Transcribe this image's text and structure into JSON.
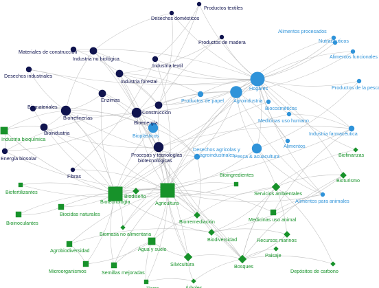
{
  "colors": {
    "navy": "#10144f",
    "blue": "#2f93d9",
    "green": "#17922a",
    "label_green": "#17922a",
    "label_blue": "#2f93d9",
    "label_navy": "#10144f",
    "edge": "#b7b7b7"
  },
  "nodes": [
    {
      "id": "n1",
      "label": "Productos textiles",
      "group": "navy",
      "shape": "circle",
      "size": 2
    },
    {
      "id": "n2",
      "label": "Desechos domésticos",
      "group": "navy",
      "shape": "circle",
      "size": 2
    },
    {
      "id": "n3",
      "label": "Productos de madera",
      "group": "navy",
      "shape": "circle",
      "size": 2
    },
    {
      "id": "n4",
      "label": "Materiales de construcción",
      "group": "navy",
      "shape": "circle",
      "size": 3
    },
    {
      "id": "n5",
      "label": "Industria no biológica",
      "group": "navy",
      "shape": "circle",
      "size": 4
    },
    {
      "id": "n6",
      "label": "Industria textil",
      "group": "navy",
      "shape": "circle",
      "size": 3
    },
    {
      "id": "n7",
      "label": "Desechos industriales",
      "group": "navy",
      "shape": "circle",
      "size": 3
    },
    {
      "id": "n8",
      "label": "Industria forestal",
      "group": "navy",
      "shape": "circle",
      "size": 4
    },
    {
      "id": "n9",
      "label": "Enzimas",
      "group": "navy",
      "shape": "circle",
      "size": 4
    },
    {
      "id": "n10",
      "label": "Construcción",
      "group": "navy",
      "shape": "circle",
      "size": 4
    },
    {
      "id": "n11",
      "label": "Biomateriales",
      "group": "navy",
      "shape": "circle",
      "size": 3
    },
    {
      "id": "n12",
      "label": "Biorrefinerías",
      "group": "navy",
      "shape": "circle",
      "size": 5
    },
    {
      "id": "n13",
      "label": "Bioenergía",
      "group": "navy",
      "shape": "circle",
      "size": 5
    },
    {
      "id": "n14",
      "label": "Bioindustria",
      "group": "navy",
      "shape": "circle",
      "size": 4
    },
    {
      "id": "n15",
      "label": "Industria bioquímica",
      "group": "green",
      "shape": "square",
      "size": 4
    },
    {
      "id": "n16",
      "label": "Energía biosolar",
      "group": "navy",
      "shape": "circle",
      "size": 3
    },
    {
      "id": "n17",
      "label": "Procesos y tecnologías biotecnológicas",
      "group": "navy",
      "shape": "circle",
      "size": 5
    },
    {
      "id": "n18",
      "label": "Fibras",
      "group": "navy",
      "shape": "circle",
      "size": 2
    },
    {
      "id": "n19",
      "label": "Alimentos procesados",
      "group": "blue",
      "shape": "circle",
      "size": 2
    },
    {
      "id": "n20",
      "label": "Nutracéuticos",
      "group": "blue",
      "shape": "circle",
      "size": 2
    },
    {
      "id": "n21",
      "label": "Alimentos funcionales",
      "group": "blue",
      "shape": "circle",
      "size": 2
    },
    {
      "id": "n22",
      "label": "Hogares",
      "group": "blue",
      "shape": "circle",
      "size": 7
    },
    {
      "id": "n23",
      "label": "Productos de la pesca",
      "group": "blue",
      "shape": "circle",
      "size": 2
    },
    {
      "id": "n24",
      "label": "Productos de papel",
      "group": "blue",
      "shape": "circle",
      "size": 3
    },
    {
      "id": "n25",
      "label": "Agroindustria",
      "group": "blue",
      "shape": "circle",
      "size": 6
    },
    {
      "id": "n26",
      "label": "Biocosméticos",
      "group": "blue",
      "shape": "circle",
      "size": 2
    },
    {
      "id": "n27",
      "label": "Medicinas uso humano",
      "group": "blue",
      "shape": "circle",
      "size": 2
    },
    {
      "id": "n28",
      "label": "Industria farmacéutica",
      "group": "blue",
      "shape": "circle",
      "size": 3
    },
    {
      "id": "n29",
      "label": "Bioplásticos",
      "group": "blue",
      "shape": "circle",
      "size": 5
    },
    {
      "id": "n30",
      "label": "Desechos agrícolas y agroindustriales",
      "group": "blue",
      "shape": "circle",
      "size": 3
    },
    {
      "id": "n31",
      "label": "Alimentos",
      "group": "blue",
      "shape": "circle",
      "size": 2
    },
    {
      "id": "n32",
      "label": "Pesca & acuacultura",
      "group": "blue",
      "shape": "circle",
      "size": 5
    },
    {
      "id": "n33",
      "label": "Biofinanzas",
      "group": "green",
      "shape": "diamond",
      "size": 2
    },
    {
      "id": "n34",
      "label": "Bioturismo",
      "group": "green",
      "shape": "diamond",
      "size": 3
    },
    {
      "id": "n35",
      "label": "Bioingredientes",
      "group": "green",
      "shape": "square",
      "size": 2
    },
    {
      "id": "n36",
      "label": "Servicios ambientales",
      "group": "green",
      "shape": "diamond",
      "size": 4
    },
    {
      "id": "n37",
      "label": "Alimentos para animales",
      "group": "blue",
      "shape": "circle",
      "size": 2
    },
    {
      "id": "n38",
      "label": "Biofertilizantes",
      "group": "green",
      "shape": "square",
      "size": 2
    },
    {
      "id": "n39",
      "label": "Biotecnología",
      "group": "green",
      "shape": "square",
      "size": 7
    },
    {
      "id": "n40",
      "label": "Biodiseño",
      "group": "green",
      "shape": "diamond",
      "size": 3
    },
    {
      "id": "n41",
      "label": "Agricultura",
      "group": "green",
      "shape": "square",
      "size": 7
    },
    {
      "id": "n42",
      "label": "Biocidas naturales",
      "group": "green",
      "shape": "square",
      "size": 3
    },
    {
      "id": "n43",
      "label": "Medicinas uso animal",
      "group": "green",
      "shape": "square",
      "size": 3
    },
    {
      "id": "n44",
      "label": "Bioinoculantes",
      "group": "green",
      "shape": "square",
      "size": 3
    },
    {
      "id": "n45",
      "label": "Biorremediación",
      "group": "green",
      "shape": "diamond",
      "size": 3
    },
    {
      "id": "n46",
      "label": "Biomasa no alimentaria",
      "group": "green",
      "shape": "diamond",
      "size": 2
    },
    {
      "id": "n47",
      "label": "Biodiversidad",
      "group": "green",
      "shape": "diamond",
      "size": 3
    },
    {
      "id": "n48",
      "label": "Recursos marinos",
      "group": "green",
      "shape": "diamond",
      "size": 3
    },
    {
      "id": "n49",
      "label": "Agrobiodiversidad",
      "group": "green",
      "shape": "square",
      "size": 3
    },
    {
      "id": "n50",
      "label": "Paisaje",
      "group": "green",
      "shape": "diamond",
      "size": 2
    },
    {
      "id": "n51",
      "label": "Silvicultura",
      "group": "green",
      "shape": "diamond",
      "size": 4
    },
    {
      "id": "n52",
      "label": "Agua y suelo",
      "group": "green",
      "shape": "square",
      "size": 4
    },
    {
      "id": "n53",
      "label": "Bosques",
      "group": "green",
      "shape": "diamond",
      "size": 4
    },
    {
      "id": "n54",
      "label": "Microorganismos",
      "group": "green",
      "shape": "square",
      "size": 3
    },
    {
      "id": "n55",
      "label": "Semillas mejoradas",
      "group": "green",
      "shape": "square",
      "size": 3
    },
    {
      "id": "n56",
      "label": "Depósitos de carbono",
      "group": "green",
      "shape": "diamond",
      "size": 2
    },
    {
      "id": "n57",
      "label": "Tierra",
      "group": "green",
      "shape": "square",
      "size": 2
    },
    {
      "id": "n58",
      "label": "Árboles",
      "group": "green",
      "shape": "diamond",
      "size": 2
    }
  ],
  "edges": [
    [
      "n2",
      "n22"
    ],
    [
      "n2",
      "n10"
    ],
    [
      "n2",
      "n5"
    ],
    [
      "n1",
      "n6"
    ],
    [
      "n1",
      "n22"
    ],
    [
      "n1",
      "n13"
    ],
    [
      "n3",
      "n22"
    ],
    [
      "n3",
      "n8"
    ],
    [
      "n3",
      "n10"
    ],
    [
      "n4",
      "n10"
    ],
    [
      "n4",
      "n5"
    ],
    [
      "n4",
      "n22"
    ],
    [
      "n5",
      "n22"
    ],
    [
      "n5",
      "n13"
    ],
    [
      "n5",
      "n12"
    ],
    [
      "n5",
      "n41"
    ],
    [
      "n6",
      "n22"
    ],
    [
      "n6",
      "n41"
    ],
    [
      "n7",
      "n12"
    ],
    [
      "n7",
      "n13"
    ],
    [
      "n7",
      "n22"
    ],
    [
      "n8",
      "n10"
    ],
    [
      "n8",
      "n53"
    ],
    [
      "n8",
      "n51"
    ],
    [
      "n8",
      "n22"
    ],
    [
      "n9",
      "n17"
    ],
    [
      "n9",
      "n39"
    ],
    [
      "n9",
      "n12"
    ],
    [
      "n10",
      "n22"
    ],
    [
      "n10",
      "n25"
    ],
    [
      "n10",
      "n51"
    ],
    [
      "n11",
      "n12"
    ],
    [
      "n11",
      "n39"
    ],
    [
      "n11",
      "n29"
    ],
    [
      "n12",
      "n13"
    ],
    [
      "n12",
      "n14"
    ],
    [
      "n12",
      "n41"
    ],
    [
      "n12",
      "n39"
    ],
    [
      "n12",
      "n30"
    ],
    [
      "n12",
      "n29"
    ],
    [
      "n13",
      "n22"
    ],
    [
      "n13",
      "n25"
    ],
    [
      "n13",
      "n41"
    ],
    [
      "n13",
      "n30"
    ],
    [
      "n13",
      "n53"
    ],
    [
      "n13",
      "n16"
    ],
    [
      "n14",
      "n15"
    ],
    [
      "n14",
      "n39"
    ],
    [
      "n14",
      "n17"
    ],
    [
      "n15",
      "n16"
    ],
    [
      "n15",
      "n39"
    ],
    [
      "n15",
      "n12"
    ],
    [
      "n16",
      "n41"
    ],
    [
      "n16",
      "n13"
    ],
    [
      "n17",
      "n39"
    ],
    [
      "n17",
      "n41"
    ],
    [
      "n17",
      "n22"
    ],
    [
      "n17",
      "n28"
    ],
    [
      "n17",
      "n45"
    ],
    [
      "n18",
      "n41"
    ],
    [
      "n18",
      "n6"
    ],
    [
      "n19",
      "n22"
    ],
    [
      "n19",
      "n25"
    ],
    [
      "n20",
      "n22"
    ],
    [
      "n21",
      "n22"
    ],
    [
      "n21",
      "n25"
    ],
    [
      "n22",
      "n23"
    ],
    [
      "n22",
      "n25"
    ],
    [
      "n22",
      "n24"
    ],
    [
      "n22",
      "n26"
    ],
    [
      "n22",
      "n27"
    ],
    [
      "n22",
      "n28"
    ],
    [
      "n22",
      "n31"
    ],
    [
      "n22",
      "n32"
    ],
    [
      "n22",
      "n41"
    ],
    [
      "n22",
      "n34"
    ],
    [
      "n22",
      "n37"
    ],
    [
      "n23",
      "n32"
    ],
    [
      "n24",
      "n8"
    ],
    [
      "n24",
      "n10"
    ],
    [
      "n25",
      "n41"
    ],
    [
      "n25",
      "n30"
    ],
    [
      "n25",
      "n32"
    ],
    [
      "n25",
      "n31"
    ],
    [
      "n25",
      "n37"
    ],
    [
      "n25",
      "n39"
    ],
    [
      "n26",
      "n39"
    ],
    [
      "n27",
      "n28"
    ],
    [
      "n27",
      "n39"
    ],
    [
      "n28",
      "n39"
    ],
    [
      "n28",
      "n43"
    ],
    [
      "n29",
      "n41"
    ],
    [
      "n29",
      "n39"
    ],
    [
      "n29",
      "n30"
    ],
    [
      "n30",
      "n41"
    ],
    [
      "n30",
      "n45"
    ],
    [
      "n30",
      "n46"
    ],
    [
      "n32",
      "n48"
    ],
    [
      "n32",
      "n37"
    ],
    [
      "n32",
      "n41"
    ],
    [
      "n33",
      "n36"
    ],
    [
      "n33",
      "n22"
    ],
    [
      "n34",
      "n36"
    ],
    [
      "n34",
      "n47"
    ],
    [
      "n34",
      "n53"
    ],
    [
      "n35",
      "n39"
    ],
    [
      "n35",
      "n41"
    ],
    [
      "n36",
      "n41"
    ],
    [
      "n36",
      "n53"
    ],
    [
      "n36",
      "n47"
    ],
    [
      "n36",
      "n45"
    ],
    [
      "n37",
      "n41"
    ],
    [
      "n37",
      "n43"
    ],
    [
      "n38",
      "n39"
    ],
    [
      "n38",
      "n41"
    ],
    [
      "n39",
      "n41"
    ],
    [
      "n39",
      "n40"
    ],
    [
      "n39",
      "n42"
    ],
    [
      "n39",
      "n44"
    ],
    [
      "n39",
      "n54"
    ],
    [
      "n39",
      "n55"
    ],
    [
      "n39",
      "n46"
    ],
    [
      "n39",
      "n47"
    ],
    [
      "n40",
      "n41"
    ],
    [
      "n41",
      "n42"
    ],
    [
      "n41",
      "n43"
    ],
    [
      "n41",
      "n46"
    ],
    [
      "n41",
      "n47"
    ],
    [
      "n41",
      "n49"
    ],
    [
      "n41",
      "n52"
    ],
    [
      "n41",
      "n55"
    ],
    [
      "n41",
      "n57"
    ],
    [
      "n41",
      "n51"
    ],
    [
      "n41",
      "n53"
    ],
    [
      "n41",
      "n45"
    ],
    [
      "n42",
      "n44"
    ],
    [
      "n45",
      "n52"
    ],
    [
      "n47",
      "n53"
    ],
    [
      "n47",
      "n49"
    ],
    [
      "n48",
      "n53"
    ],
    [
      "n48",
      "n47"
    ],
    [
      "n49",
      "n54"
    ],
    [
      "n50",
      "n53"
    ],
    [
      "n51",
      "n53"
    ],
    [
      "n51",
      "n58"
    ],
    [
      "n51",
      "n52"
    ],
    [
      "n52",
      "n57"
    ],
    [
      "n53",
      "n56"
    ],
    [
      "n53",
      "n58"
    ],
    [
      "n53",
      "n36"
    ],
    [
      "n54",
      "n52"
    ],
    [
      "n55",
      "n52"
    ],
    [
      "n56",
      "n36"
    ],
    [
      "n57",
      "n58"
    ]
  ]
}
